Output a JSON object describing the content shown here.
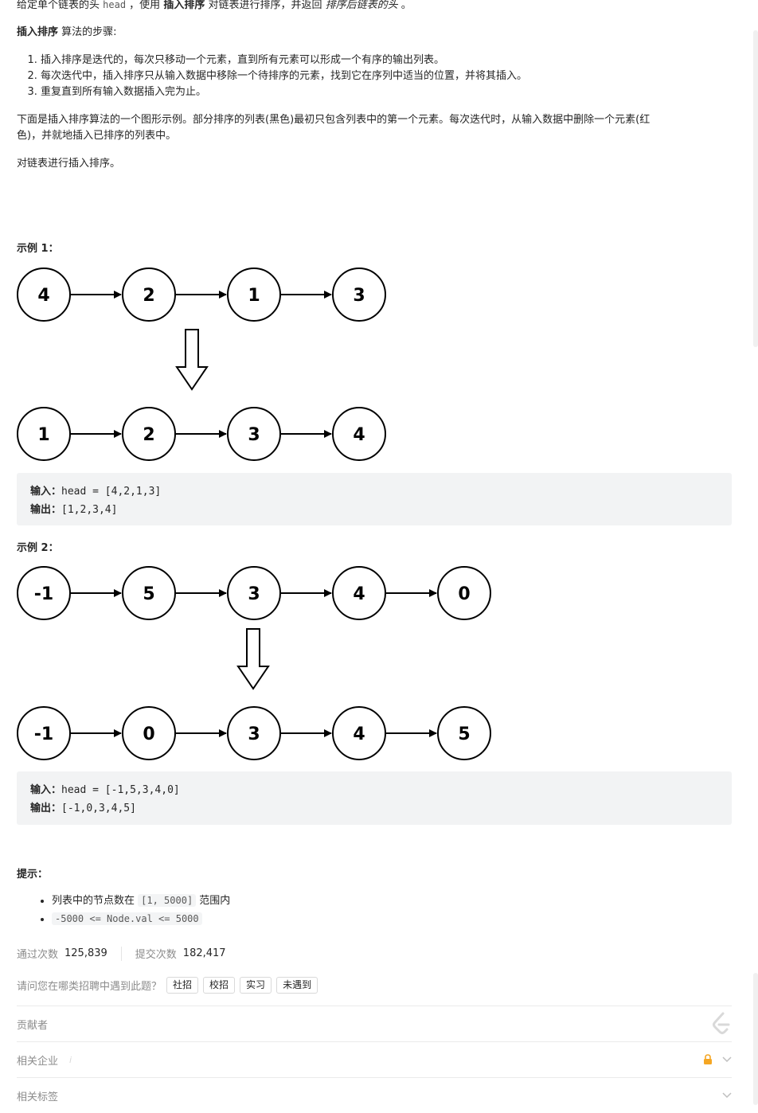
{
  "intro": {
    "p1_a": "给定单个链表的头 ",
    "p1_code": "head",
    "p1_b": " ，使用 ",
    "p1_bold": "插入排序",
    "p1_c": " 对链表进行排序，并返回 ",
    "p1_italic": "排序后链表的头",
    "p1_d": " 。",
    "steps_bold": "插入排序",
    "steps_rest": " 算法的步骤:",
    "steps": [
      "插入排序是迭代的，每次只移动一个元素，直到所有元素可以形成一个有序的输出列表。",
      "每次迭代中，插入排序只从输入数据中移除一个待排序的元素，找到它在序列中适当的位置，并将其插入。",
      "重复直到所有输入数据插入完为止。"
    ],
    "p3_line1": "下面是插入排序算法的一个图形示例。部分排序的列表(黑色)最初只包含列表中的第一个元素。每次迭代时，从输入数据中删除一个元素(红",
    "p3_line2": "色)，并就地插入已排序的列表中。",
    "p4": "对链表进行插入排序。"
  },
  "example1": {
    "label": "示例 1：",
    "before": [
      "4",
      "2",
      "1",
      "3"
    ],
    "after": [
      "1",
      "2",
      "3",
      "4"
    ],
    "input_label": "输入：",
    "input": "head = [4,2,1,3]",
    "output_label": "输出：",
    "output": "[1,2,3,4]"
  },
  "example2": {
    "label": "示例 2：",
    "before": [
      "-1",
      "5",
      "3",
      "4",
      "0"
    ],
    "after": [
      "-1",
      "0",
      "3",
      "4",
      "5"
    ],
    "input_label": "输入：",
    "input": "head = [-1,5,3,4,0]",
    "output_label": "输出：",
    "output": "[-1,0,3,4,5]"
  },
  "hints": {
    "label": "提示：",
    "item1_a": "列表中的节点数在 ",
    "item1_code": "[1, 5000]",
    "item1_b": " 范围内",
    "item2_code": "-5000 <= Node.val <= 5000"
  },
  "stats": {
    "accepted_label": "通过次数",
    "accepted_value": "125,839",
    "submitted_label": "提交次数",
    "submitted_value": "182,417"
  },
  "recruit": {
    "question": "请问您在哪类招聘中遇到此题？",
    "options": [
      "社招",
      "校招",
      "实习",
      "未遇到"
    ]
  },
  "sections": {
    "contributors": "贡献者",
    "companies": "相关企业",
    "companies_info": "i",
    "tags": "相关标签"
  },
  "icons": {
    "chevron": "chevron-down-icon",
    "lock": "lock-icon",
    "brand": "leetcode-logo-icon"
  }
}
